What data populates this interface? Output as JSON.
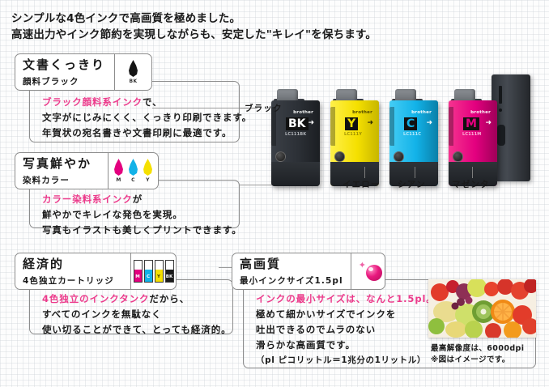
{
  "header": {
    "line1": "シンプルな4色インクで高画質を極めました。",
    "line2": "高速出力やインク節約を実現しながらも、安定した\"キレイ\"を保ちます。"
  },
  "features": [
    {
      "id": "crisp-text",
      "title": "文書くっきり",
      "subtitle": "顔料ブラック",
      "icon": "black-ink-drop-icon",
      "icon_labels": [
        "BK"
      ],
      "body": [
        {
          "highlight": "ブラック顔料系インク",
          "rest": "で、"
        },
        {
          "highlight": "",
          "rest": "文字がにじみにくく、くっきり印刷できます。"
        },
        {
          "highlight": "",
          "rest": "年賀状の宛名書きや文書印刷に最適です。"
        }
      ]
    },
    {
      "id": "vivid-photo",
      "title": "写真鮮やか",
      "subtitle": "染料カラー",
      "icon": "cmy-ink-drops-icon",
      "icon_labels": [
        "M",
        "C",
        "Y"
      ],
      "body": [
        {
          "highlight": "カラー染料系インク",
          "rest": "が"
        },
        {
          "highlight": "",
          "rest": "鮮やかでキレイな発色を実現。"
        },
        {
          "highlight": "",
          "rest": "写真もイラストも美しくプリントできます。"
        }
      ]
    },
    {
      "id": "economical",
      "title": "経済的",
      "subtitle": "4色独立カートリッジ",
      "icon": "four-cartridges-icon",
      "icon_labels": [
        "M",
        "C",
        "Y",
        "BK"
      ],
      "body": [
        {
          "highlight": "4色独立のインクタンク",
          "rest": "だから、"
        },
        {
          "highlight": "",
          "rest": "すべてのインクを無駄なく"
        },
        {
          "highlight": "",
          "rest": "使い切ることができて、とっても経済的。"
        }
      ]
    },
    {
      "id": "high-quality",
      "title": "高画質",
      "subtitle": "最小インクサイズ1.5pl",
      "icon": "ink-droplet-sphere-icon",
      "icon_labels": [],
      "body": [
        {
          "highlight": "インクの最小サイズは、なんと1.5pl。",
          "rest": ""
        },
        {
          "highlight": "",
          "rest": "極めて細かいサイズでインクを"
        },
        {
          "highlight": "",
          "rest": "吐出できるのでムラのない"
        },
        {
          "highlight": "",
          "rest": "滑らかな高画質です。"
        },
        {
          "highlight": "",
          "rest": "（pl ピコリットル＝1兆分の1リットル）"
        }
      ]
    }
  ],
  "cartridges": {
    "brand": "brother",
    "items": [
      {
        "key": "bk",
        "char": "BK",
        "model": "LC111BK",
        "label": "ブラック",
        "color": "#2f343a",
        "text_color": "#ffffff"
      },
      {
        "key": "y",
        "char": "Y",
        "model": "LC111Y",
        "label": "イエロー",
        "color": "#f5e000",
        "text_color": "#7a6f00"
      },
      {
        "key": "c",
        "char": "C",
        "model": "LC111C",
        "label": "シアン",
        "color": "#12b2e8",
        "text_color": "#0b6e91"
      },
      {
        "key": "m",
        "char": "M",
        "model": "LC111M",
        "label": "マゼンタ",
        "color": "#e3007f",
        "text_color": "#8e0050"
      }
    ]
  },
  "photo": {
    "alt": "fruit-sample-photo",
    "caption_line1": "最高解像度は、6000dpi",
    "caption_line2": "※図はイメージです。"
  },
  "colors": {
    "highlight_pink": "#ec3a8b",
    "magenta": "#e3007f",
    "cyan": "#12b2e8",
    "yellow": "#f5e000",
    "black": "#111111",
    "border_gray": "#8d8d8d"
  }
}
